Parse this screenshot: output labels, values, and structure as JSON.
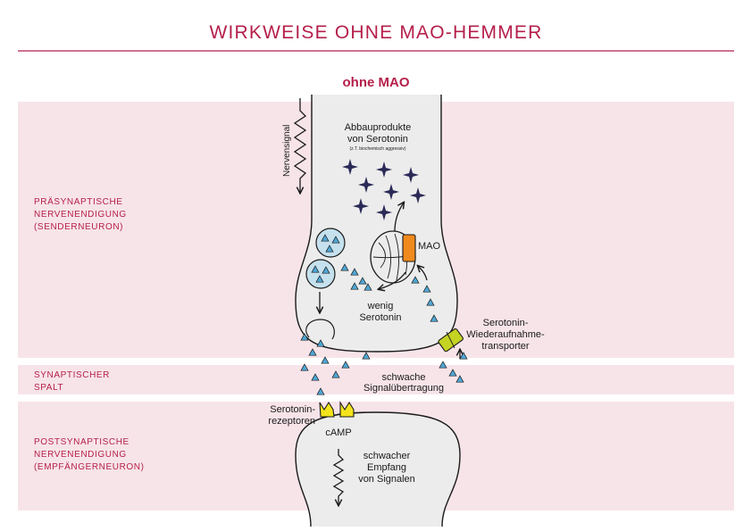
{
  "title": "WIRKWEISE OHNE MAO-HEMMER",
  "subtitle": "ohne MAO",
  "colors": {
    "accent": "#b51f4a",
    "band": "#f7e4e9",
    "cell": "#ececec",
    "vesicle": "#c6e1ee",
    "triangle": "#4fa6d4",
    "mao": "#f08a1d",
    "transporter": "#c5d323",
    "receptor": "#f3e41c",
    "star": "#2b2a57"
  },
  "zones": {
    "presynaptic": [
      "PRÄSYNAPTISCHE",
      "NERVENENDIGUNG",
      "(SENDERNEURON)"
    ],
    "cleft": [
      "SYNAPTISCHER",
      "SPALT"
    ],
    "postsynaptic": [
      "POSTSYNAPTISCHE",
      "NERVENENDIGUNG",
      "(EMPFÄNGERNEURON)"
    ]
  },
  "labels": {
    "nervensignal": "Nervensignal",
    "abbau_1": "Abbauprodukte",
    "abbau_2": "von Serotonin",
    "abbau_note": "(z.T. biochemisch aggressiv)",
    "mao": "MAO",
    "wenig_1": "wenig",
    "wenig_2": "Serotonin",
    "transporter_1": "Serotonin-",
    "transporter_2": "Wiederaufnahme-",
    "transporter_3": "transporter",
    "signal_1": "schwache",
    "signal_2": "Signalübertragung",
    "receptor_1": "Serotonin-",
    "receptor_2": "rezeptoren",
    "camp": "cAMP",
    "empfang_1": "schwacher",
    "empfang_2": "Empfang",
    "empfang_3": "von Signalen"
  },
  "icons": {
    "nerve": "zigzag-arrow-icon",
    "star": "degradation-star-icon",
    "serotonin": "serotonin-triangle-icon",
    "mitochondrion": "mitochondrion-icon"
  }
}
